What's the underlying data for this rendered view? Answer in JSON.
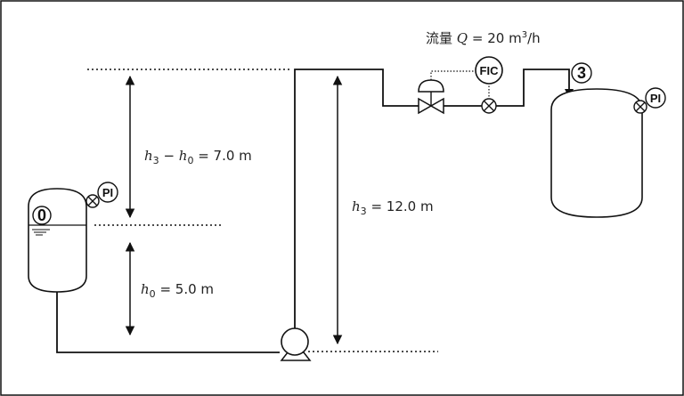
{
  "flow": {
    "prefix": "流量",
    "symbol": "Q",
    "eq": " = 20 m",
    "sup": "3",
    "unit": "/h"
  },
  "dim_h3_minus_h0": {
    "a": "h",
    "a_sub": "3",
    "op": " − ",
    "b": "h",
    "b_sub": "0",
    "value": " = 7.0 m"
  },
  "dim_h3": {
    "a": "h",
    "a_sub": "3",
    "value": " = 12.0 m"
  },
  "dim_h0": {
    "a": "h",
    "a_sub": "0",
    "value": " = 5.0 m"
  },
  "tank0": {
    "id": "0"
  },
  "tank3": {
    "id": "3"
  },
  "instruments": {
    "pi": "PI",
    "fic": "FIC"
  }
}
